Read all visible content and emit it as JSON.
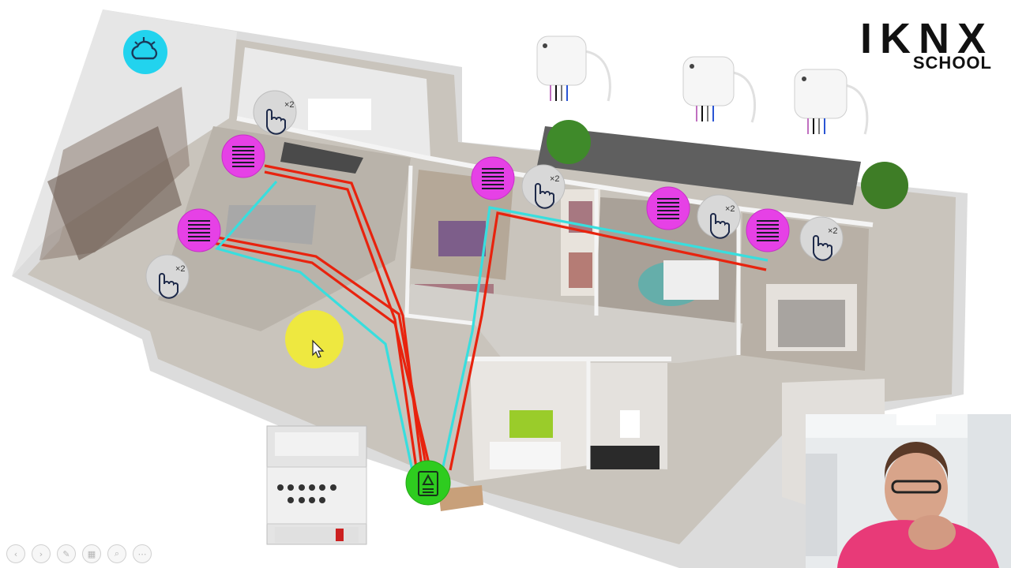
{
  "logo": {
    "brand": "IKNX",
    "sub": "SCHOOL"
  },
  "badges": {
    "double_tap": "×2"
  },
  "slide_controls": [
    {
      "name": "previous-slide-button",
      "icon": "chevron-left-icon",
      "glyph": "‹"
    },
    {
      "name": "next-slide-button",
      "icon": "chevron-right-icon",
      "glyph": "›"
    },
    {
      "name": "pen-tool-button",
      "icon": "pen-icon",
      "glyph": "✎"
    },
    {
      "name": "slides-grid-button",
      "icon": "grid-icon",
      "glyph": "▦"
    },
    {
      "name": "zoom-button",
      "icon": "magnifier-icon",
      "glyph": "⌕"
    },
    {
      "name": "more-options-button",
      "icon": "more-icon",
      "glyph": "⋯"
    }
  ],
  "colors": {
    "blind": "#e641e6",
    "button": "#d8d8d8",
    "weather": "#22d3ee",
    "gateway": "#2ecc1f",
    "red_line": "#e8230e",
    "cyan_line": "#38dede",
    "cursor_highlight": "#f5ee2a"
  }
}
